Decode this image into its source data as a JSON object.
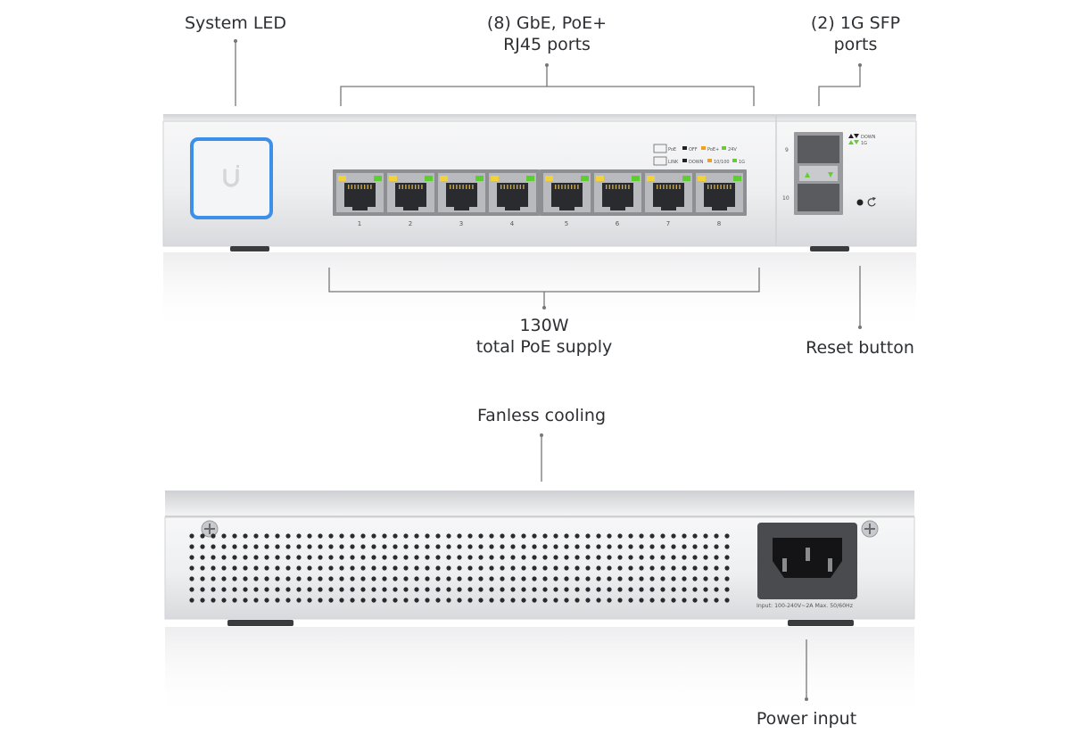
{
  "callouts": {
    "system_led": [
      "System LED"
    ],
    "rj45_ports": [
      "(8) GbE, PoE+",
      "RJ45 ports"
    ],
    "sfp_ports": [
      "(2) 1G SFP",
      "ports"
    ],
    "poe_supply": [
      "130W",
      "total PoE supply"
    ],
    "reset_button": [
      "Reset button"
    ],
    "fanless": [
      "Fanless cooling"
    ],
    "power_input": [
      "Power input"
    ]
  },
  "front_panel": {
    "port_numbers": [
      "1",
      "2",
      "3",
      "4",
      "5",
      "6",
      "7",
      "8"
    ],
    "sfp_numbers": [
      "9",
      "10"
    ],
    "legend_poe": {
      "label": "PoE",
      "items": [
        "OFF",
        "PoE+",
        "24V"
      ],
      "colors": [
        "#222222",
        "#f0a020",
        "#66cc33"
      ]
    },
    "legend_link": {
      "label": "LINK",
      "items": [
        "DOWN",
        "10/100",
        "1G"
      ],
      "colors": [
        "#222222",
        "#f0a020",
        "#66cc33"
      ]
    },
    "sfp_legend": [
      "DOWN",
      "1G"
    ],
    "logo_letter": "U",
    "led_color": "#3d8fe8"
  },
  "rear_panel": {
    "power_rating": "Input: 100-240V~2A Max. 50/60Hz"
  }
}
